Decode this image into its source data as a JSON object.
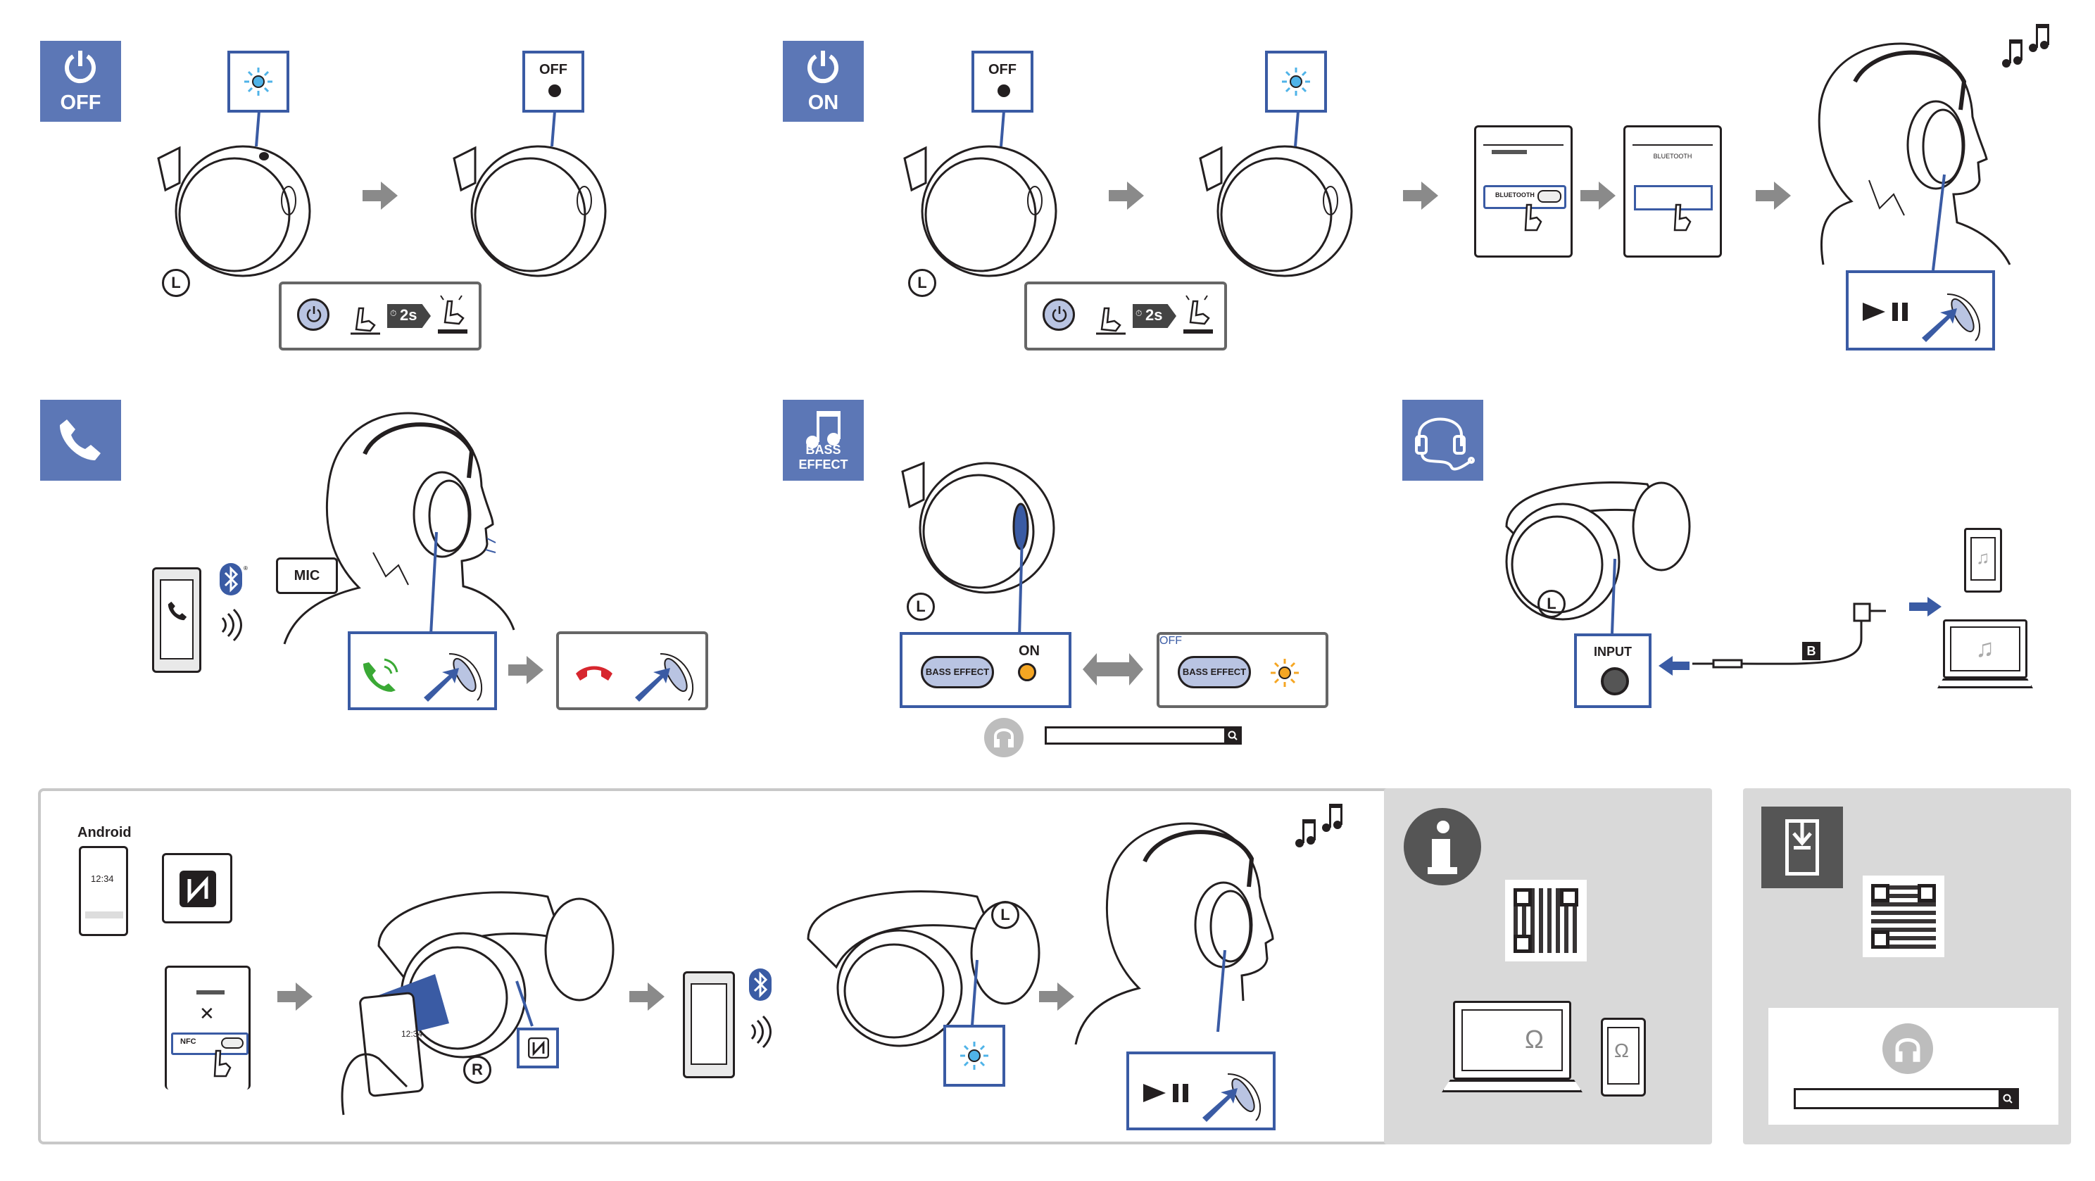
{
  "sections": {
    "power_off": {
      "badge_label": "OFF",
      "led_off_label": "OFF",
      "duration": "2s",
      "side": "L"
    },
    "power_on": {
      "badge_label": "ON",
      "led_off_label": "OFF",
      "duration": "2s",
      "side": "L"
    },
    "pairing": {
      "bt_label": "BLUETOOTH",
      "bt_header": "BLUETOOTH"
    },
    "call": {
      "mic_label": "MIC"
    },
    "bass": {
      "badge_label": "BASS EFFECT",
      "pill_on": "BASS EFFECT",
      "pill_off": "BASS EFFECT",
      "on_label": "ON",
      "off_label": "OFF",
      "side": "L"
    },
    "cable": {
      "input_label": "INPUT",
      "cable_badge": "B",
      "side": "L"
    },
    "nfc": {
      "android_label": "Android",
      "time_1": "12:34",
      "nfc_label": "NFC",
      "time_2": "12:34",
      "side_r": "R",
      "side_l": "L"
    }
  },
  "icons": [
    "power-icon",
    "phone-icon",
    "music-note-icon",
    "headphone-cable-icon",
    "info-icon",
    "download-icon",
    "search-icon",
    "bluetooth-icon",
    "nfc-icon",
    "play-pause-icon"
  ],
  "colors": {
    "badge_blue": "#5c77b6",
    "callout_blue": "#3a5ba4",
    "led_blue": "#4fb3e8",
    "led_orange": "#f5a623",
    "panel_gray": "#d9d9d9",
    "answer_green": "#3aa935",
    "hangup_red": "#d7262e"
  }
}
